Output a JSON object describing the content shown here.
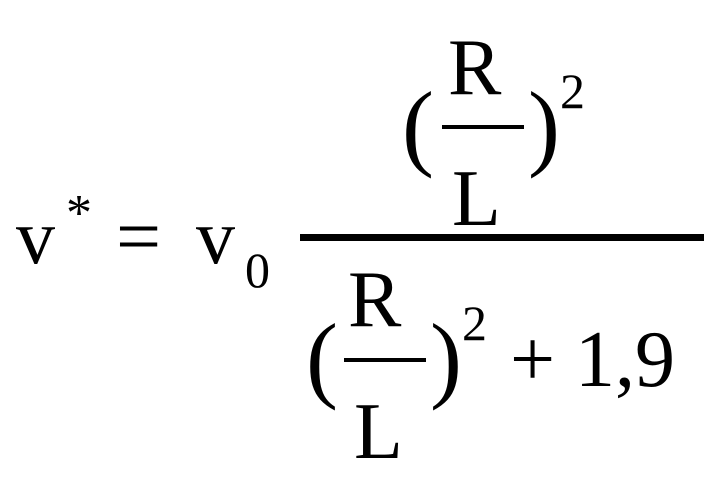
{
  "formula": {
    "lhs": {
      "variable": "v",
      "superscript": "*"
    },
    "equals": "=",
    "rhs": {
      "coefficient": {
        "variable": "v",
        "subscript": "0"
      },
      "numerator": {
        "open_paren": "(",
        "frac_top": "R",
        "frac_bottom": "L",
        "close_paren": ")",
        "exponent": "2"
      },
      "denominator": {
        "open_paren": "(",
        "frac_top": "R",
        "frac_bottom": "L",
        "close_paren": ")",
        "exponent": "2",
        "plus": "+",
        "constant": "1,9"
      }
    }
  }
}
